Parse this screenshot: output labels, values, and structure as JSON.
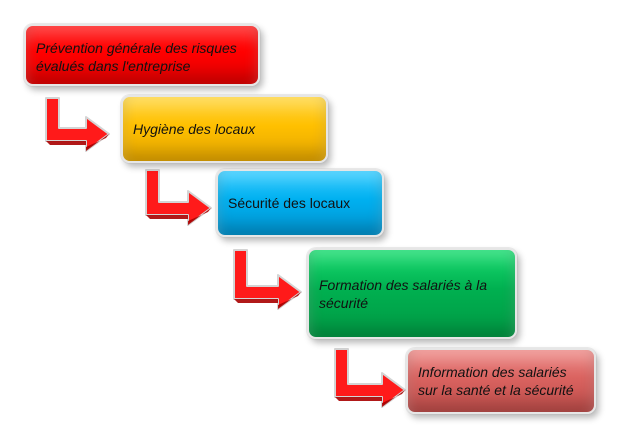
{
  "diagram": {
    "steps": [
      {
        "label": "Prévention générale des risques évalués dans l'entreprise",
        "color": "#ff0000"
      },
      {
        "label": "Hygiène des locaux",
        "color": "#ffc000"
      },
      {
        "label": "Sécurité des locaux",
        "color": "#00b0f0"
      },
      {
        "label": "Formation des salariés à la sécurité",
        "color": "#00b050"
      },
      {
        "label": "Information des salariés sur la santé et la sécurité",
        "color": "#da6360"
      }
    ],
    "arrow_color": "#e10000",
    "arrow_icon": "elbow-arrow-right-icon"
  }
}
